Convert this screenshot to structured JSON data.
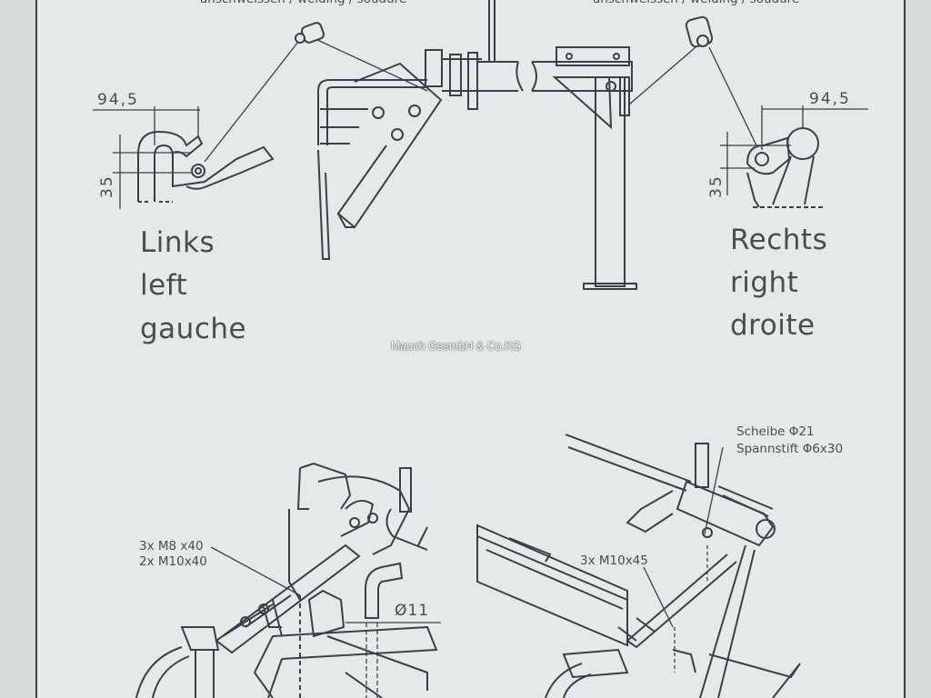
{
  "top_notes": {
    "left": "anschweissen / welding / soudure",
    "right": "anschweissen / welding / soudure"
  },
  "left_detail": {
    "width_dim": "94,5",
    "height_dim": "35",
    "labels": [
      "Links",
      "left",
      "gauche"
    ]
  },
  "right_detail": {
    "width_dim": "94,5",
    "height_dim": "35",
    "labels": [
      "Rechts",
      "right",
      "droite"
    ]
  },
  "watermark": "Mauch GesmbH & Co.KG",
  "bottom_left": {
    "bolt_lines": [
      "3x M8 x40",
      "2x M10x40"
    ],
    "diameter": "Ø11"
  },
  "bottom_right": {
    "washer": "Scheibe Φ21",
    "pin": "Spannstift Φ6x30",
    "bolts": "3x M10x45"
  }
}
